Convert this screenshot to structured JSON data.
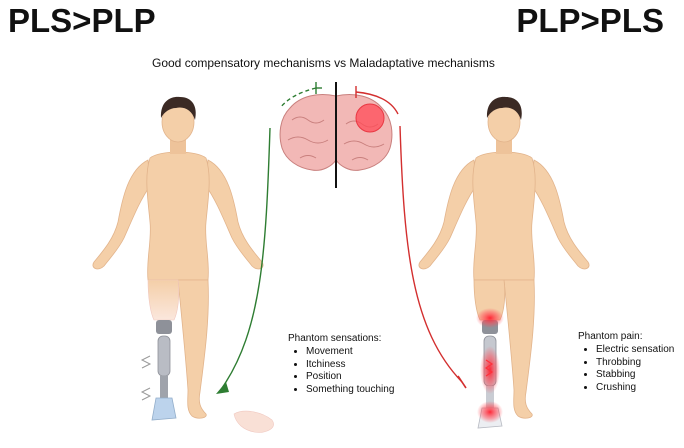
{
  "titles": {
    "left": "PLS>PLP",
    "right": "PLP>PLS"
  },
  "subtitle": "Good compensatory mechanisms vs Maladaptative mechanisms",
  "phantom_sensations": {
    "heading": "Phantom sensations:",
    "items": [
      "Movement",
      "Itchiness",
      "Position",
      "Something touching"
    ]
  },
  "phantom_pain": {
    "heading": "Phantom pain:",
    "items": [
      "Electric sensation",
      "Throbbing",
      "Stabbing",
      "Crushing"
    ]
  },
  "colors": {
    "skin": "#f4cfa8",
    "skin_shadow": "#e9b98e",
    "hair": "#3b2a24",
    "brain": "#f2b8b6",
    "brain_fold": "#c9807e",
    "compensatory_arrow": "#2e7d32",
    "maladaptive_arrow": "#d32f2f",
    "pain_glow": "#ff2f3a",
    "prosthesis_metal": "#b9bcc4",
    "prosthesis_foot": "#bcd3ec"
  }
}
